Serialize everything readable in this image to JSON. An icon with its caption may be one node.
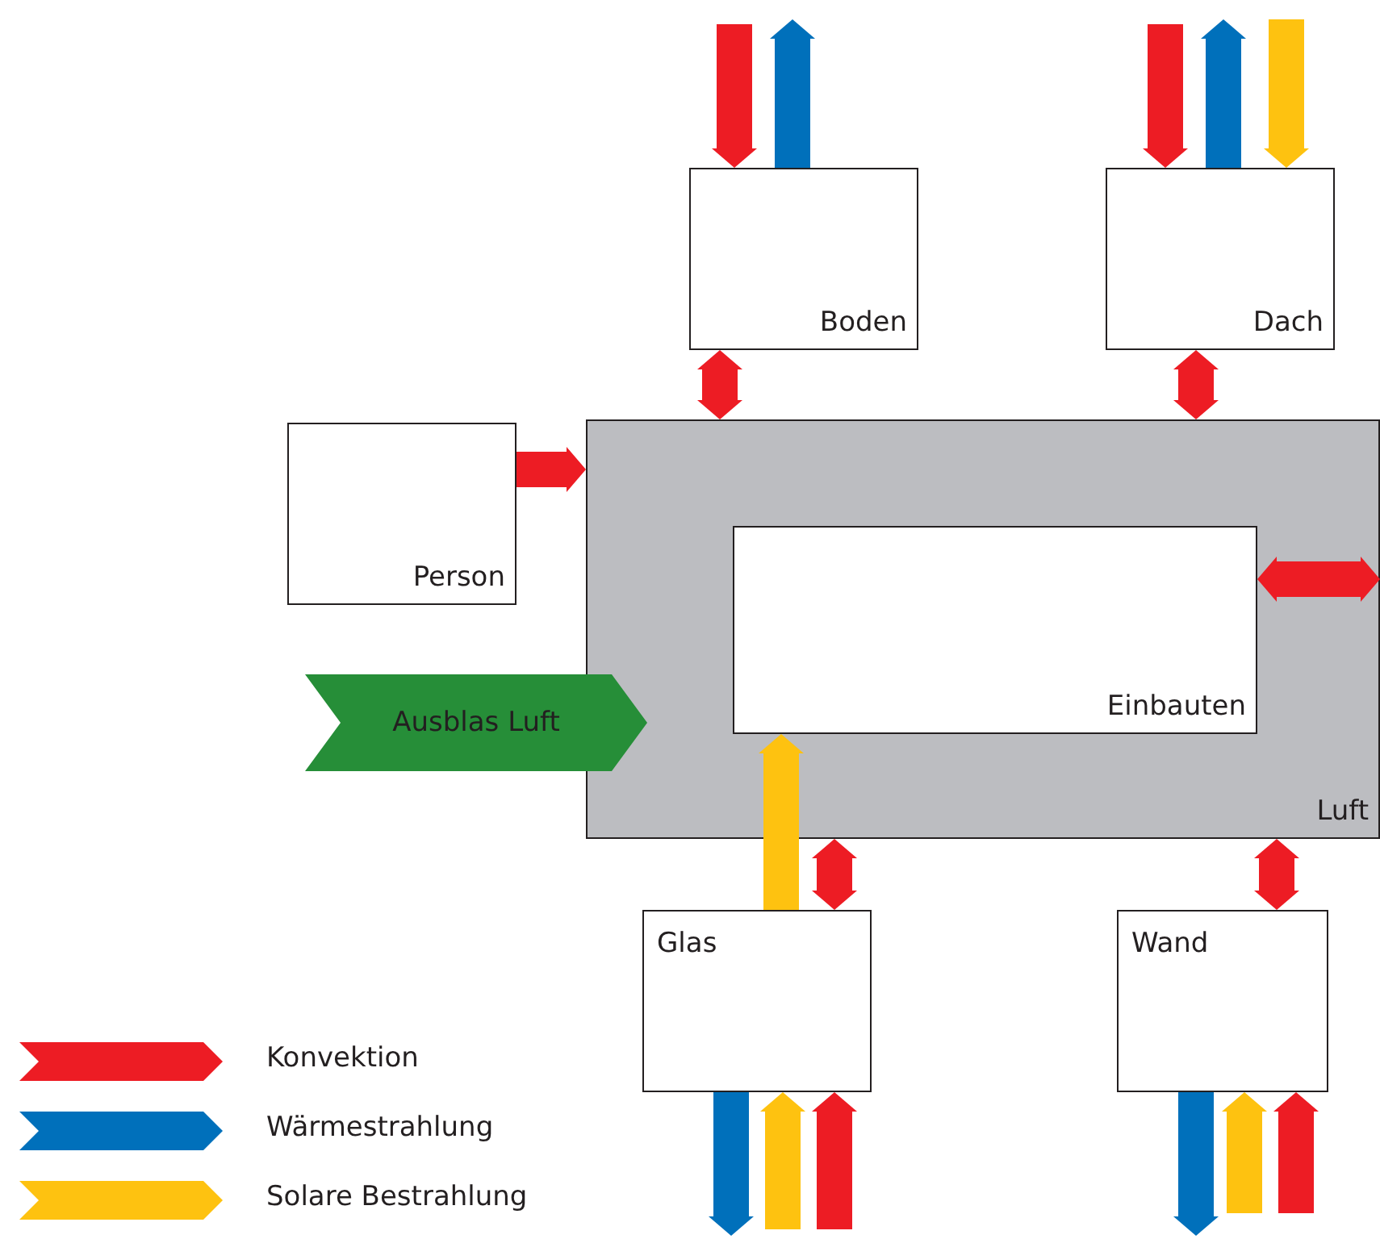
{
  "diagram": {
    "nodes": [
      {
        "text": [
          "Boden"
        ]
      },
      {
        "text": [
          "Dach"
        ]
      },
      {
        "text": [
          "Person"
        ]
      },
      {
        "text": [
          "Luft"
        ]
      },
      {
        "text": [
          "Einbauten"
        ],
        "in": 3
      },
      {
        "text": [
          "Ausblas Luft"
        ]
      },
      {
        "text": [
          "Glas"
        ]
      },
      {
        "text": [
          "Wand"
        ]
      }
    ],
    "edges": [
      {
        "from": null,
        "to": 0,
        "arrow": "to"
      },
      {
        "from": 0,
        "to": null,
        "arrow": "to",
        "color": "#0070bb"
      },
      {
        "from": null,
        "to": 1,
        "arrow": "to"
      },
      {
        "from": 1,
        "to": null,
        "arrow": "to",
        "color": "#0070bb"
      },
      {
        "from": null,
        "to": 1,
        "arrow": "to",
        "color": "#fec210"
      },
      {
        "from": 0,
        "to": 3,
        "arrow": "both"
      },
      {
        "from": 1,
        "to": 3,
        "arrow": "both"
      },
      {
        "from": 2,
        "to": 3,
        "arrow": "to"
      },
      {
        "from": 4,
        "to": 3,
        "arrow": "both"
      },
      {
        "from": 6,
        "to": 4,
        "arrow": "to",
        "color": "#fec210"
      },
      {
        "from": 6,
        "to": 3,
        "arrow": "both"
      },
      {
        "from": 7,
        "to": 3,
        "arrow": "both"
      },
      {
        "from": 6,
        "to": null,
        "arrow": "to",
        "color": "#0070bb"
      },
      {
        "from": null,
        "to": 6,
        "arrow": "to",
        "color": "#fec210"
      },
      {
        "from": null,
        "to": 6,
        "arrow": "to"
      },
      {
        "from": 7,
        "to": null,
        "arrow": "to",
        "color": "#0070bb"
      },
      {
        "from": null,
        "to": 7,
        "arrow": "to",
        "color": "#fec210"
      },
      {
        "from": null,
        "to": 7,
        "arrow": "to"
      }
    ],
    "legend": [
      {
        "text": "Konvektion",
        "color": "#ed1c24"
      },
      {
        "text": "Wärmestrahlung",
        "color": "#0070bb"
      },
      {
        "text": "Solare Bestrahlung",
        "color": "#fec210"
      }
    ]
  }
}
